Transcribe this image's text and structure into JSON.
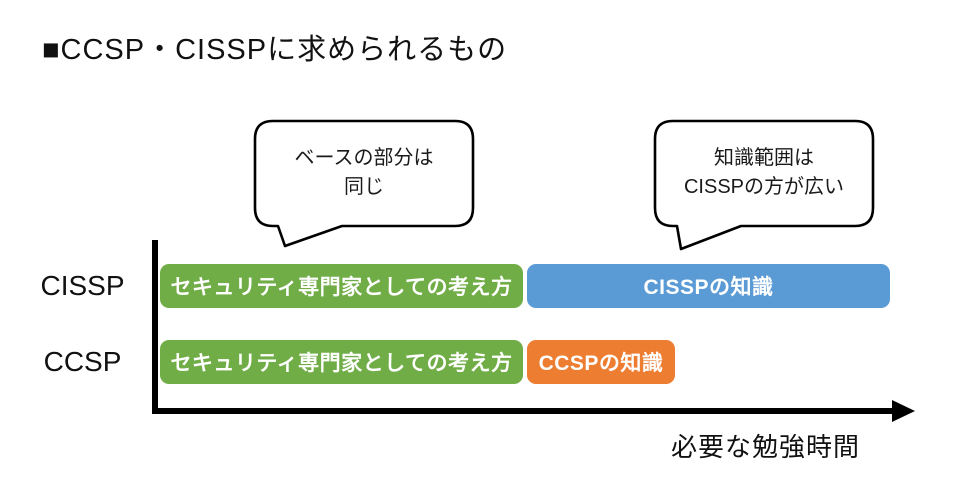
{
  "title": "■CCSP・CISSPに求められるもの",
  "colors": {
    "green": "#70AD47",
    "blue": "#5B9BD5",
    "orange": "#ED7D31",
    "axis": "#000000",
    "bubble_stroke": "#000000",
    "bubble_fill": "#FFFFFF"
  },
  "callouts": {
    "left": {
      "line1": "ベースの部分は",
      "line2": "同じ"
    },
    "right": {
      "line1": "知識範囲は",
      "line2": "CISSPの方が広い"
    }
  },
  "rows": [
    {
      "label": "CISSP",
      "segments": [
        {
          "text": "セキュリティ専門家としての考え方",
          "color": "#70AD47"
        },
        {
          "text": "CISSPの知識",
          "color": "#5B9BD5"
        }
      ]
    },
    {
      "label": "CCSP",
      "segments": [
        {
          "text": "セキュリティ専門家としての考え方",
          "color": "#70AD47"
        },
        {
          "text": "CCSPの知識",
          "color": "#ED7D31"
        }
      ]
    }
  ],
  "axis": {
    "x_label": "必要な勉強時間"
  }
}
